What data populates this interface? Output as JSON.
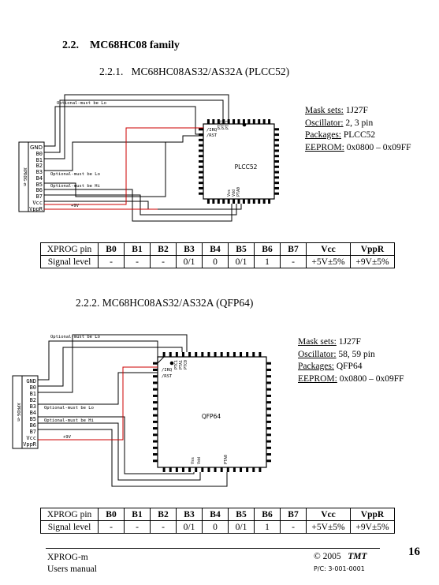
{
  "section": {
    "number": "2.2.",
    "title": "MC68HC08 family"
  },
  "sub1": {
    "number": "2.2.1.",
    "title": "MC68HC08AS32/AS32A (PLCC52)"
  },
  "sub2": {
    "number": "2.2.2.",
    "title": "MC68HC08AS32/AS32A (QFP64)"
  },
  "diagram1": {
    "connector_label": "XPROG-m",
    "pins": [
      "GND",
      "B0",
      "B1",
      "B2",
      "B3",
      "B4",
      "B5",
      "B6",
      "B7",
      "Vcc",
      "VppR"
    ],
    "note_top": "Optional-must be Lo",
    "note_b3": "Optional-must be Lo",
    "note_b5": "Optional-must be Hi",
    "note_vcc": "+9V",
    "chip_label": "PLCC52",
    "chip_pin_irq": "/IRQ",
    "chip_pin_rst": "/RST",
    "chip_top_pins": [
      "PTA1",
      "PTC0",
      "PTC1"
    ],
    "chip_bottom_pins": [
      "Vss",
      "Vdd",
      "PTA0"
    ]
  },
  "diagram2": {
    "connector_label": "XPROG-m",
    "pins": [
      "GND",
      "B0",
      "B1",
      "B2",
      "B3",
      "B4",
      "B5",
      "B6",
      "B7",
      "Vcc",
      "VppR"
    ],
    "note_top": "Optional-must be Lo",
    "note_b3": "Optional-must be Lo",
    "note_b5": "Optional-must be Hi",
    "note_vcc": "+9V",
    "chip_label": "QFP64",
    "chip_pin_irq": "/IRQ",
    "chip_pin_rst": "/RST",
    "chip_top_pins": [
      "PTC1",
      "PTA1",
      "PTC0"
    ],
    "chip_bottom_pins": [
      "Vss",
      "Vdd",
      "PTA0"
    ]
  },
  "specs1": [
    {
      "label": "Mask sets:",
      "value": " 1J27F"
    },
    {
      "label": "Oscillator:",
      "value": " 2, 3 pin"
    },
    {
      "label": "Packages:",
      "value": " PLCC52"
    },
    {
      "label": "EEPROM:",
      "value": " 0x0800 – 0x09FF"
    }
  ],
  "specs2": [
    {
      "label": "Mask sets:",
      "value": " 1J27F"
    },
    {
      "label": "Oscillator:",
      "value": " 58, 59 pin"
    },
    {
      "label": "Packages:",
      "value": " QFP64"
    },
    {
      "label": "EEPROM:",
      "value": " 0x0800 – 0x09FF"
    }
  ],
  "table1": {
    "header": [
      "XPROG pin",
      "B0",
      "B1",
      "B2",
      "B3",
      "B4",
      "B5",
      "B6",
      "B7",
      "Vcc",
      "VppR"
    ],
    "row": [
      "Signal level",
      "-",
      "-",
      "-",
      "0/1",
      "0",
      "0/1",
      "1",
      "-",
      "+5V±5%",
      "+9V±5%"
    ]
  },
  "table2": {
    "header": [
      "XPROG pin",
      "B0",
      "B1",
      "B2",
      "B3",
      "B4",
      "B5",
      "B6",
      "B7",
      "Vcc",
      "VppR"
    ],
    "row": [
      "Signal level",
      "-",
      "-",
      "-",
      "0/1",
      "0",
      "0/1",
      "1",
      "-",
      "+5V±5%",
      "+9V±5%"
    ]
  },
  "footer": {
    "product": "XPROG-m",
    "doc": "Users manual",
    "copyright": "© 2005",
    "company": "TMT",
    "part": "P/C: 3-001-0001",
    "page": "16"
  }
}
